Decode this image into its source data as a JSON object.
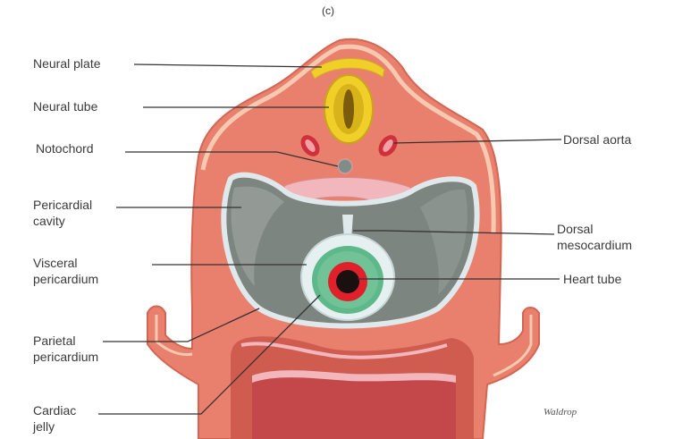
{
  "panel_label": "(c)",
  "labels": {
    "neural_plate": "Neural plate",
    "neural_tube": "Neural tube",
    "notochord": "Notochord",
    "pericardial_cavity": [
      "Pericardial",
      "cavity"
    ],
    "visceral_pericardium": [
      "Visceral",
      "pericardium"
    ],
    "parietal_pericardium": [
      "Parietal",
      "pericardium"
    ],
    "cardiac_jelly": [
      "Cardiac",
      "jelly"
    ],
    "dorsal_aorta": "Dorsal aorta",
    "dorsal_mesocardium": [
      "Dorsal",
      "mesocardium"
    ],
    "heart_tube": "Heart tube"
  },
  "signature": "Waldrop",
  "colors": {
    "body": "#e9806e",
    "body_edge": "#d96a58",
    "body_dark": "#d05c50",
    "ectoderm_highlight": "#f6c9b0",
    "neural_yellow": "#f0d028",
    "neural_lumen": "#8a6a10",
    "cavity_gray": "#7c8580",
    "cavity_lining": "#dfe8ea",
    "green": "#5db88a",
    "heart_red": "#e0202a",
    "heart_black": "#1a1010",
    "pink_lining": "#f2b7bd",
    "leader": "#333333"
  }
}
